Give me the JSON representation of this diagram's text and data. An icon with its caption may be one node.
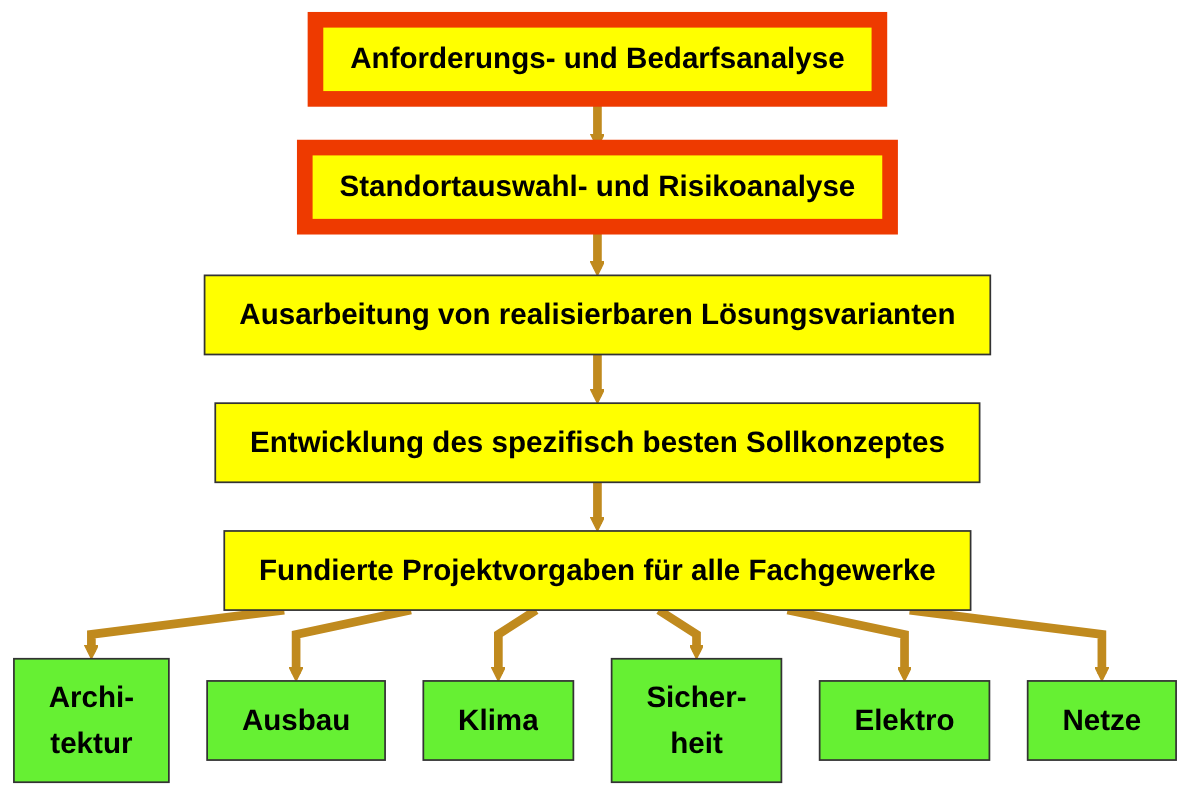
{
  "diagram": {
    "nodes": [
      {
        "text": [
          "Anforderungs- und Bedarfsanalyse"
        ]
      },
      {
        "text": [
          "Standortauswahl- und Risikoanalyse"
        ]
      },
      {
        "text": [
          "Ausarbeitung von realisierbaren Lösungsvarianten"
        ]
      },
      {
        "text": [
          "Entwicklung des spezifisch besten Sollkonzeptes"
        ]
      },
      {
        "text": [
          "Fundierte Projektvorgaben für alle Fachgewerke"
        ]
      },
      {
        "text": [
          "Archi- tektur"
        ]
      },
      {
        "text": [
          "Ausbau"
        ]
      },
      {
        "text": [
          "Klima"
        ]
      },
      {
        "text": [
          "Sicher- heit"
        ]
      },
      {
        "text": [
          "Elektro"
        ]
      },
      {
        "text": [
          "Netze"
        ]
      }
    ],
    "edges": [
      {
        "from": 0,
        "to": 1,
        "arrow": "to"
      },
      {
        "from": 1,
        "to": 2,
        "arrow": "to"
      },
      {
        "from": 2,
        "to": 3,
        "arrow": "to"
      },
      {
        "from": 3,
        "to": 4,
        "arrow": "to"
      },
      {
        "from": 4,
        "to": 5,
        "arrow": "to"
      },
      {
        "from": 4,
        "to": 6,
        "arrow": "to"
      },
      {
        "from": 4,
        "to": 7,
        "arrow": "to"
      },
      {
        "from": 4,
        "to": 8,
        "arrow": "to"
      },
      {
        "from": 4,
        "to": 9,
        "arrow": "to"
      },
      {
        "from": 4,
        "to": 10,
        "arrow": "to"
      }
    ]
  }
}
